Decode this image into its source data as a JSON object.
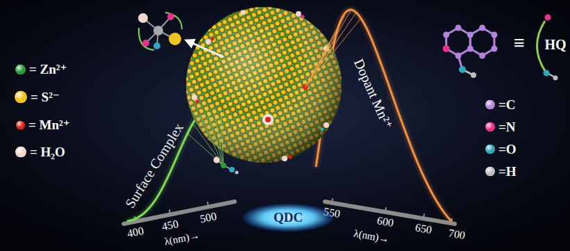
{
  "diagram": {
    "nodes": [
      {
        "text": [
          "QDC"
        ]
      }
    ],
    "labels": [
      "Surface Complex",
      "Dopant Mn²⁺",
      "400",
      "450",
      "500",
      "λ(nm)→",
      "550",
      "600",
      "650",
      "700",
      "λ(nm)→",
      "≡",
      "HQ"
    ],
    "legend": [
      {
        "text": "= Zn²⁺",
        "color": "#2a9a40"
      },
      {
        "text": "= S²⁻",
        "color": "#f0c420"
      },
      {
        "text": "= Mn²⁺",
        "color": "#e02418"
      },
      {
        "text": "= H₂O",
        "color": "#f2d8d0"
      },
      {
        "text": "=C",
        "color": "#b483dc"
      },
      {
        "text": "=N",
        "color": "#e8308c"
      },
      {
        "text": "=O",
        "color": "#30a8c0"
      },
      {
        "text": "=H",
        "color": "#bcbcbc"
      }
    ]
  }
}
